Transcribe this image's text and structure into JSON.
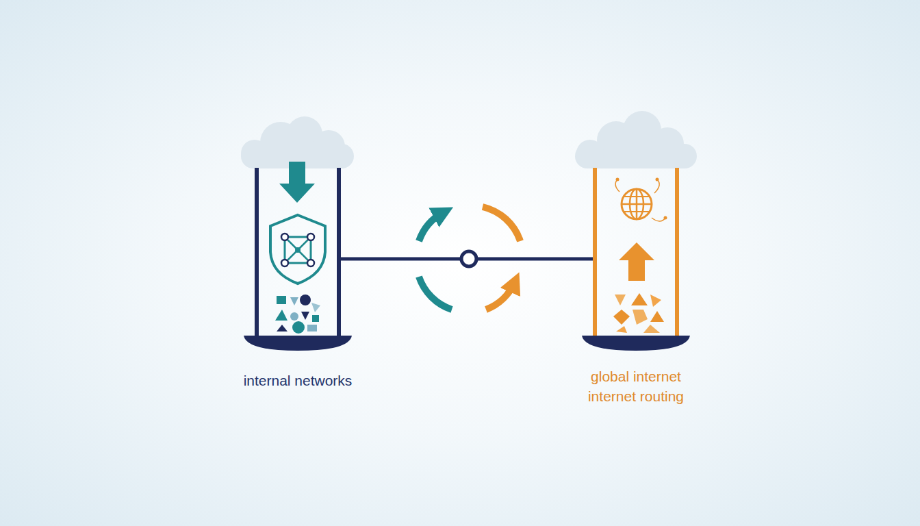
{
  "diagram": {
    "nodes": [
      {
        "text": [
          "internal networks"
        ]
      },
      {
        "text": [
          "global internet internet routing"
        ]
      }
    ],
    "edges": [
      {
        "from": 0,
        "to": 1,
        "arrow": "none"
      }
    ]
  }
}
